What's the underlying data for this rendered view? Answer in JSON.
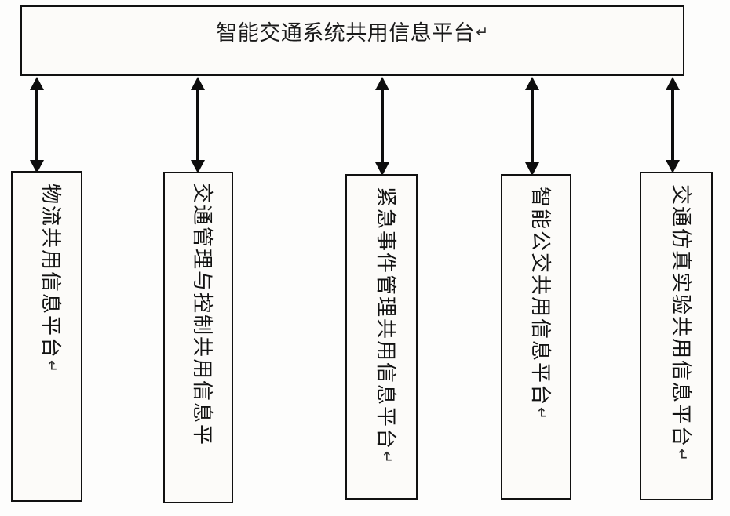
{
  "diagram": {
    "title": "智能交通系统共用信息平台",
    "return_mark": "↵",
    "root": {
      "label": "智能交通系统共用信息平台",
      "return_mark": "↵"
    },
    "nodes": [
      {
        "id": "logistics",
        "label": "物流共用信息平台",
        "return_mark": "↵",
        "truncated": false
      },
      {
        "id": "traffic-management-control",
        "label": "交通管理与控制共用信息平",
        "return_mark": "",
        "truncated": true
      },
      {
        "id": "emergency-event-management",
        "label": "紧急事件管理共用信息平台",
        "return_mark": "↵",
        "truncated": false
      },
      {
        "id": "intelligent-public-transit",
        "label": "智能公交共用信息平台",
        "return_mark": "↵",
        "truncated": false
      },
      {
        "id": "traffic-simulation-experiment",
        "label": "交通仿真实验共用信息平台",
        "return_mark": "↵",
        "truncated": false
      }
    ],
    "connectors": [
      {
        "id": "connector-1",
        "from": "root",
        "to": "logistics",
        "style": "double-arrow"
      },
      {
        "id": "connector-2",
        "from": "root",
        "to": "traffic-management-control",
        "style": "double-arrow"
      },
      {
        "id": "connector-3",
        "from": "root",
        "to": "emergency-event-management",
        "style": "double-arrow"
      },
      {
        "id": "connector-4",
        "from": "root",
        "to": "intelligent-public-transit",
        "style": "double-arrow"
      },
      {
        "id": "connector-5",
        "from": "root",
        "to": "traffic-simulation-experiment",
        "style": "double-arrow"
      }
    ],
    "colors": {
      "stroke": "#111111",
      "text": "#121212",
      "background": "#fdfdfc",
      "box_fill": "#fcfbf9"
    }
  }
}
